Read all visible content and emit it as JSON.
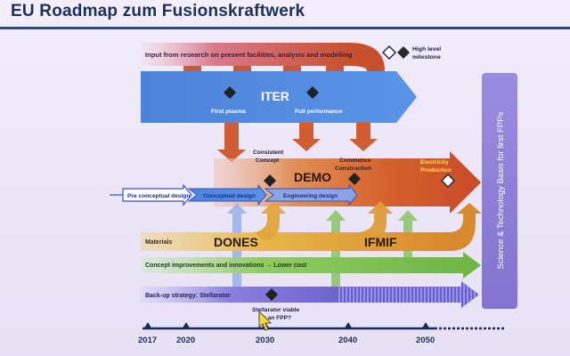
{
  "title": "EU Roadmap zum Fusionskraftwerk",
  "input_label": "Input from research on present facilities, analysis and modelling",
  "legend": {
    "line1": "High level",
    "line2": "milestone"
  },
  "iter": {
    "label": "ITER",
    "first_plasma": "First plasma",
    "full_performance": "Full performance"
  },
  "demo": {
    "label": "DEMO",
    "consistent_concept": [
      "Consistent",
      "Concept"
    ],
    "commence_construction": [
      "Commence",
      "Construction"
    ],
    "electricity_production": [
      "Electricity",
      "Production"
    ]
  },
  "design": {
    "pre": "Pre conceptual design",
    "conceptual": "Conceptual design",
    "engineering": "Engineering design"
  },
  "materials": {
    "label": "Materials",
    "dones": "DONES",
    "ifmif": "IFMIF"
  },
  "concept_improvements": "Concept improvements and innovations → Lower cost",
  "backup": {
    "label": "Back-up strategy: Stellarator",
    "note": [
      "Stellarator viable",
      "for an FPP?"
    ]
  },
  "science_basis": "Science & Technology Basis for first FPPs",
  "timeline": [
    "2017",
    "2020",
    "2030",
    "2040",
    "2050"
  ],
  "colors": {
    "iter_blue": "#4c86de",
    "demo_orange": "#d9692c",
    "input_red": "#c5523a",
    "materials_yellow": "#e0b33e",
    "concept_green": "#7dbf4f",
    "stellarator_purple": "#7a6fd8",
    "science_box": "#8e7fd6"
  }
}
